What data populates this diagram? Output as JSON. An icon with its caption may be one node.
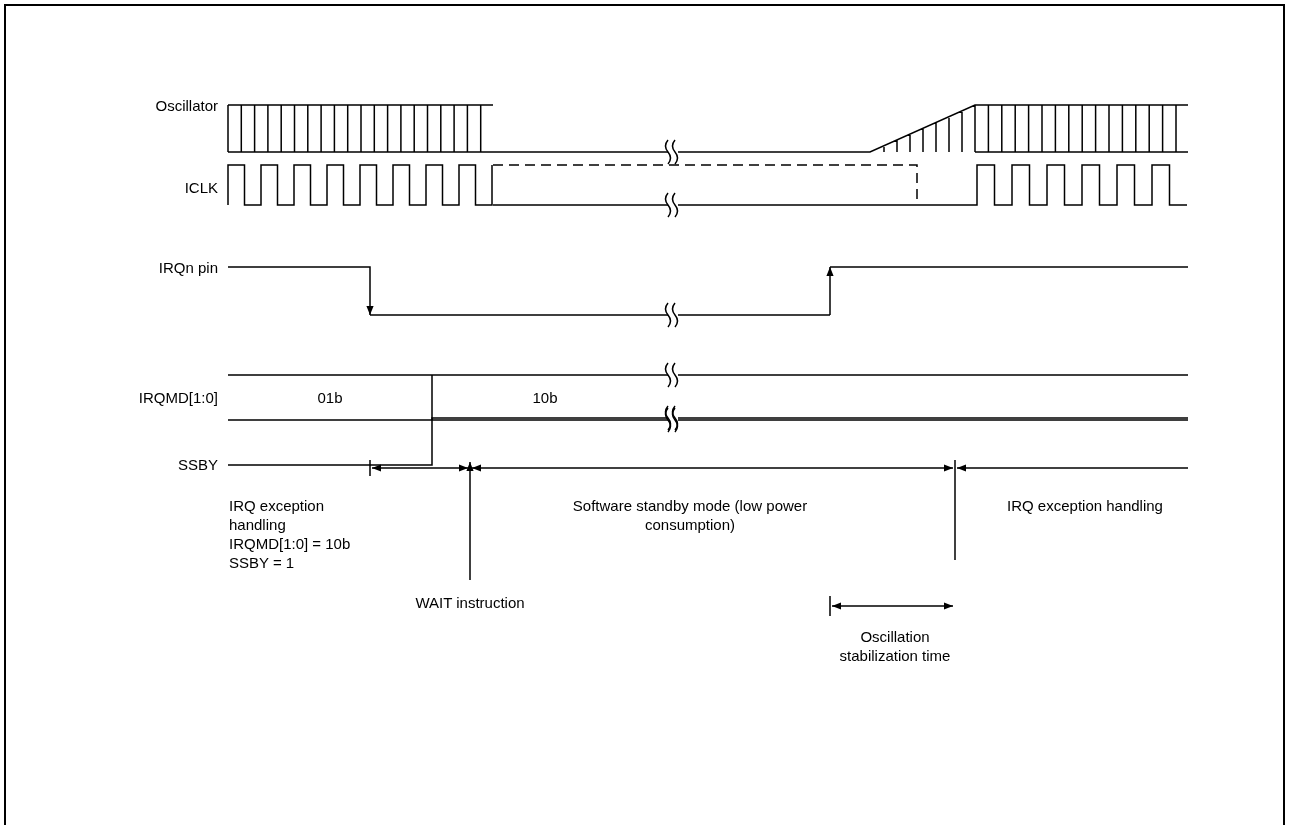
{
  "diagram": {
    "labels": [
      "Oscillator",
      "ICLK",
      "IRQn pin",
      "IRQMD[1:0]",
      "01b",
      "10b",
      "SSBY",
      "IRQ exception handling",
      "IRQMD[1:0] = 10b",
      "SSBY = 1",
      "Software standby mode (low power consumption)",
      "IRQ exception handling",
      "WAIT instruction",
      "Oscillation stabilization time"
    ]
  }
}
